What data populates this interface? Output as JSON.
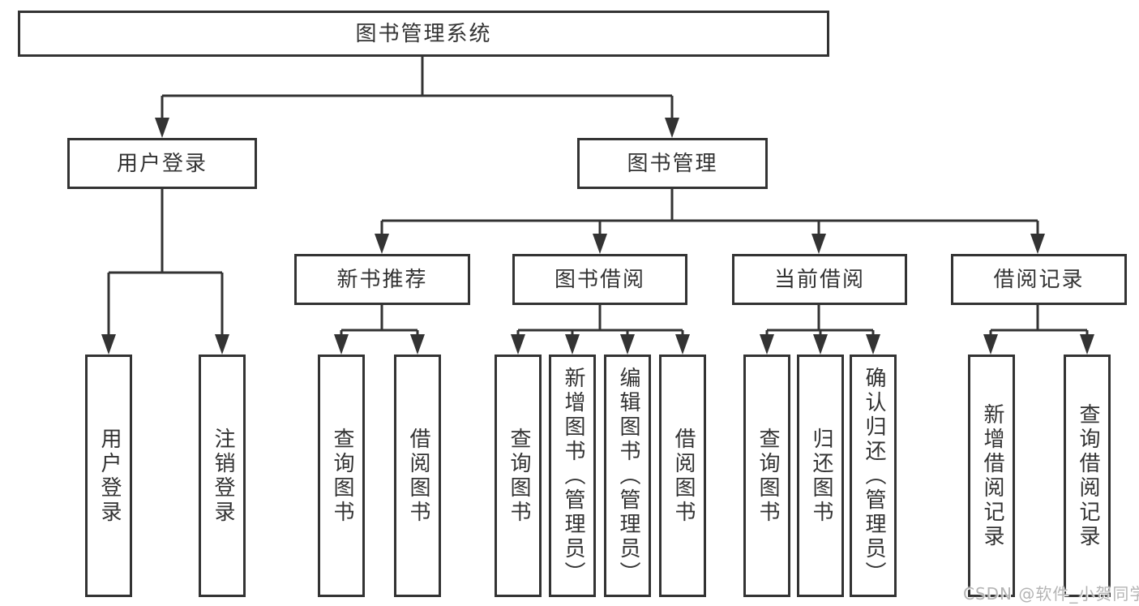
{
  "diagram": {
    "root": {
      "label": "图书管理系统"
    },
    "level2": [
      {
        "label": "用户登录"
      },
      {
        "label": "图书管理"
      }
    ],
    "level3": [
      {
        "label": "新书推荐"
      },
      {
        "label": "图书借阅"
      },
      {
        "label": "当前借阅"
      },
      {
        "label": "借阅记录"
      }
    ],
    "level4_groups": [
      {
        "parent": "用户登录",
        "items": [
          "用户登录",
          "注销登录"
        ]
      },
      {
        "parent": "新书推荐",
        "items": [
          "查询图书",
          "借阅图书"
        ]
      },
      {
        "parent": "图书借阅",
        "items": [
          "查询图书",
          "新增图书（管理员）",
          "编辑图书（管理员）",
          "借阅图书"
        ]
      },
      {
        "parent": "当前借阅",
        "items": [
          "查询图书",
          "归还图书",
          "确认归还（管理员）"
        ]
      },
      {
        "parent": "借阅记录",
        "items": [
          "新增借阅记录",
          "查询借阅记录"
        ]
      }
    ],
    "colors": {
      "line": "#333333",
      "box_border": "#333333",
      "box_background": "#ffffff",
      "text": "#333333",
      "watermark": "#b0b0b0"
    }
  },
  "watermark": {
    "text": "CSDN @软件_小贺同学"
  }
}
